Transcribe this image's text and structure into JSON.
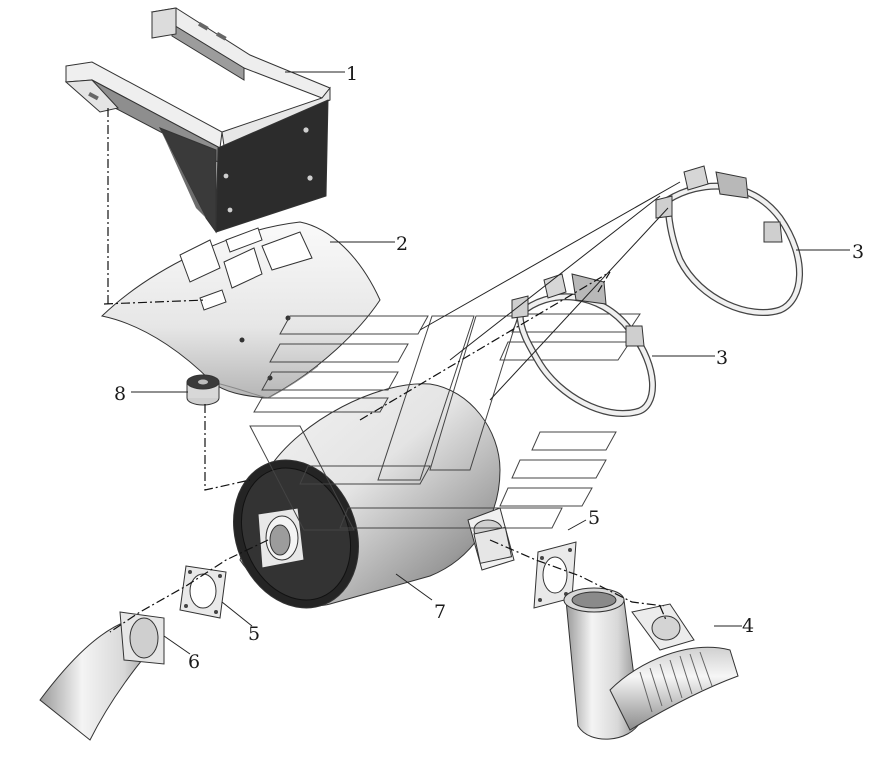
{
  "callouts": [
    {
      "id": "bracket",
      "label": "1"
    },
    {
      "id": "heat-shield",
      "label": "2"
    },
    {
      "id": "strap-clamp-rear",
      "label": "3"
    },
    {
      "id": "strap-clamp-front",
      "label": "3"
    },
    {
      "id": "outlet-pipe",
      "label": "4"
    },
    {
      "id": "gasket-right",
      "label": "5"
    },
    {
      "id": "gasket-left",
      "label": "5"
    },
    {
      "id": "inlet-pipe",
      "label": "6"
    },
    {
      "id": "muffler",
      "label": "7"
    },
    {
      "id": "rubber-pad",
      "label": "8"
    }
  ],
  "colors": {
    "line": "#222222",
    "surface_light": "#f2f2f2",
    "surface_mid": "#c8c8c8",
    "surface_dark": "#2a2a2a"
  }
}
